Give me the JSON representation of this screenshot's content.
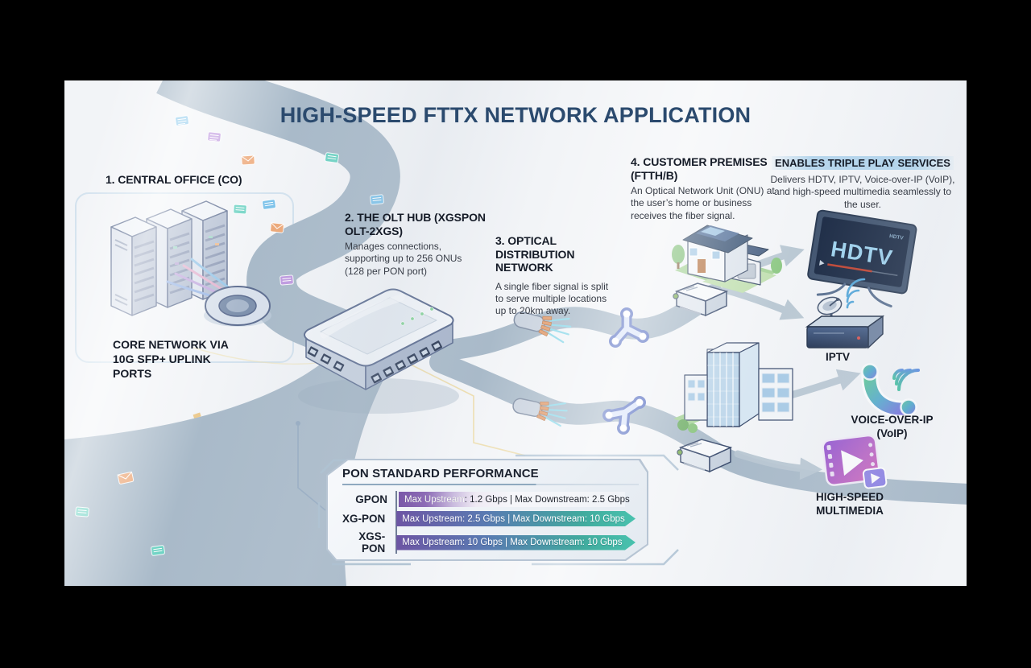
{
  "title": "HIGH-SPEED FTTX NETWORK APPLICATION",
  "sections": {
    "central_office": {
      "heading": "1. CENTRAL OFFICE (CO)"
    },
    "core_network": {
      "label": "CORE NETWORK VIA 10G SFP+ UPLINK PORTS"
    },
    "olt_hub": {
      "heading": "2. THE OLT HUB (XGSPON OLT-2XGS)",
      "body": "Manages connections, supporting up to 256 ONUs (128 per PON port)"
    },
    "optical_distribution": {
      "heading": "3. OPTICAL DISTRIBUTION NETWORK",
      "body": "A single fiber signal is split to serve multiple locations up to 20km away."
    },
    "customer_premises": {
      "heading": "4. CUSTOMER PREMISES (FTTH/B)",
      "body": "An Optical Network Unit (ONU) at the user’s home or business receives the fiber signal."
    },
    "triple_play": {
      "heading": "ENABLES TRIPLE PLAY SERVICES",
      "body": "Delivers HDTV, IPTV, Voice-over-IP (VoIP), and high-speed multimedia seamlessly to the user."
    }
  },
  "services": {
    "iptv_label": "IPTV",
    "voip_label": "VOICE-OVER-IP (VoIP)",
    "multimedia_label": "HIGH-SPEED MULTIMEDIA"
  },
  "tv": {
    "screen_text": "HDTV",
    "corner_text": "HDTV"
  },
  "pon_table": {
    "title": "PON STANDARD PERFORMANCE",
    "rows": [
      {
        "label": "GPON",
        "value": "Max Upstream: 1.2 Gbps | Max Downstream: 2.5 Gbps"
      },
      {
        "label": "XG-PON",
        "value": "Max Upstream: 2.5 Gbps | Max Downstream: 10 Gbps"
      },
      {
        "label": "XGS-PON",
        "value": "Max Upstream: 10 Gbps | Max Downstream: 10 Gbps"
      }
    ]
  },
  "colors": {
    "title": "#2b4a6e",
    "road": "#a9bac9",
    "arrow": "#b9c7d3",
    "accent_purple": "#7a58a8",
    "accent_teal": "#45c2ab"
  }
}
